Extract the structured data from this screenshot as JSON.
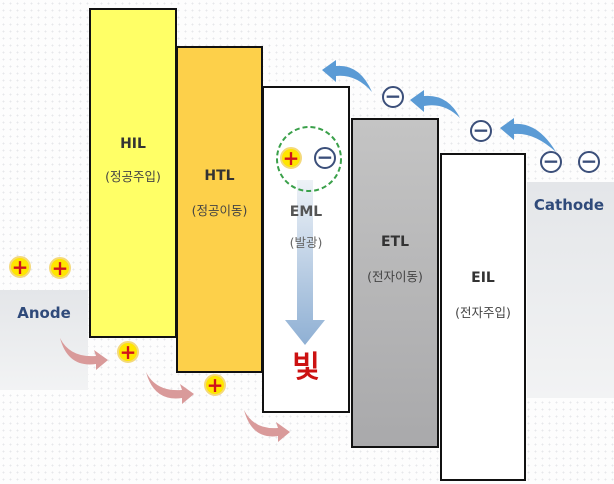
{
  "electrodes": {
    "anode": "Anode",
    "cathode": "Cathode"
  },
  "layers": [
    {
      "name": "HIL",
      "desc": "(정공주입)",
      "color": "#ffff66"
    },
    {
      "name": "HTL",
      "desc": "(정공이동)",
      "color": "#fdd04a"
    },
    {
      "name": "EML",
      "desc": "(발광)",
      "color": "#ffffff"
    },
    {
      "name": "ETL",
      "desc": "(전자이동)",
      "color": "#bdbdbd"
    },
    {
      "name": "EIL",
      "desc": "(전자주입)",
      "color": "#ffffff"
    }
  ],
  "light_label": "빛",
  "charges": {
    "plus": "+",
    "minus": "−"
  }
}
